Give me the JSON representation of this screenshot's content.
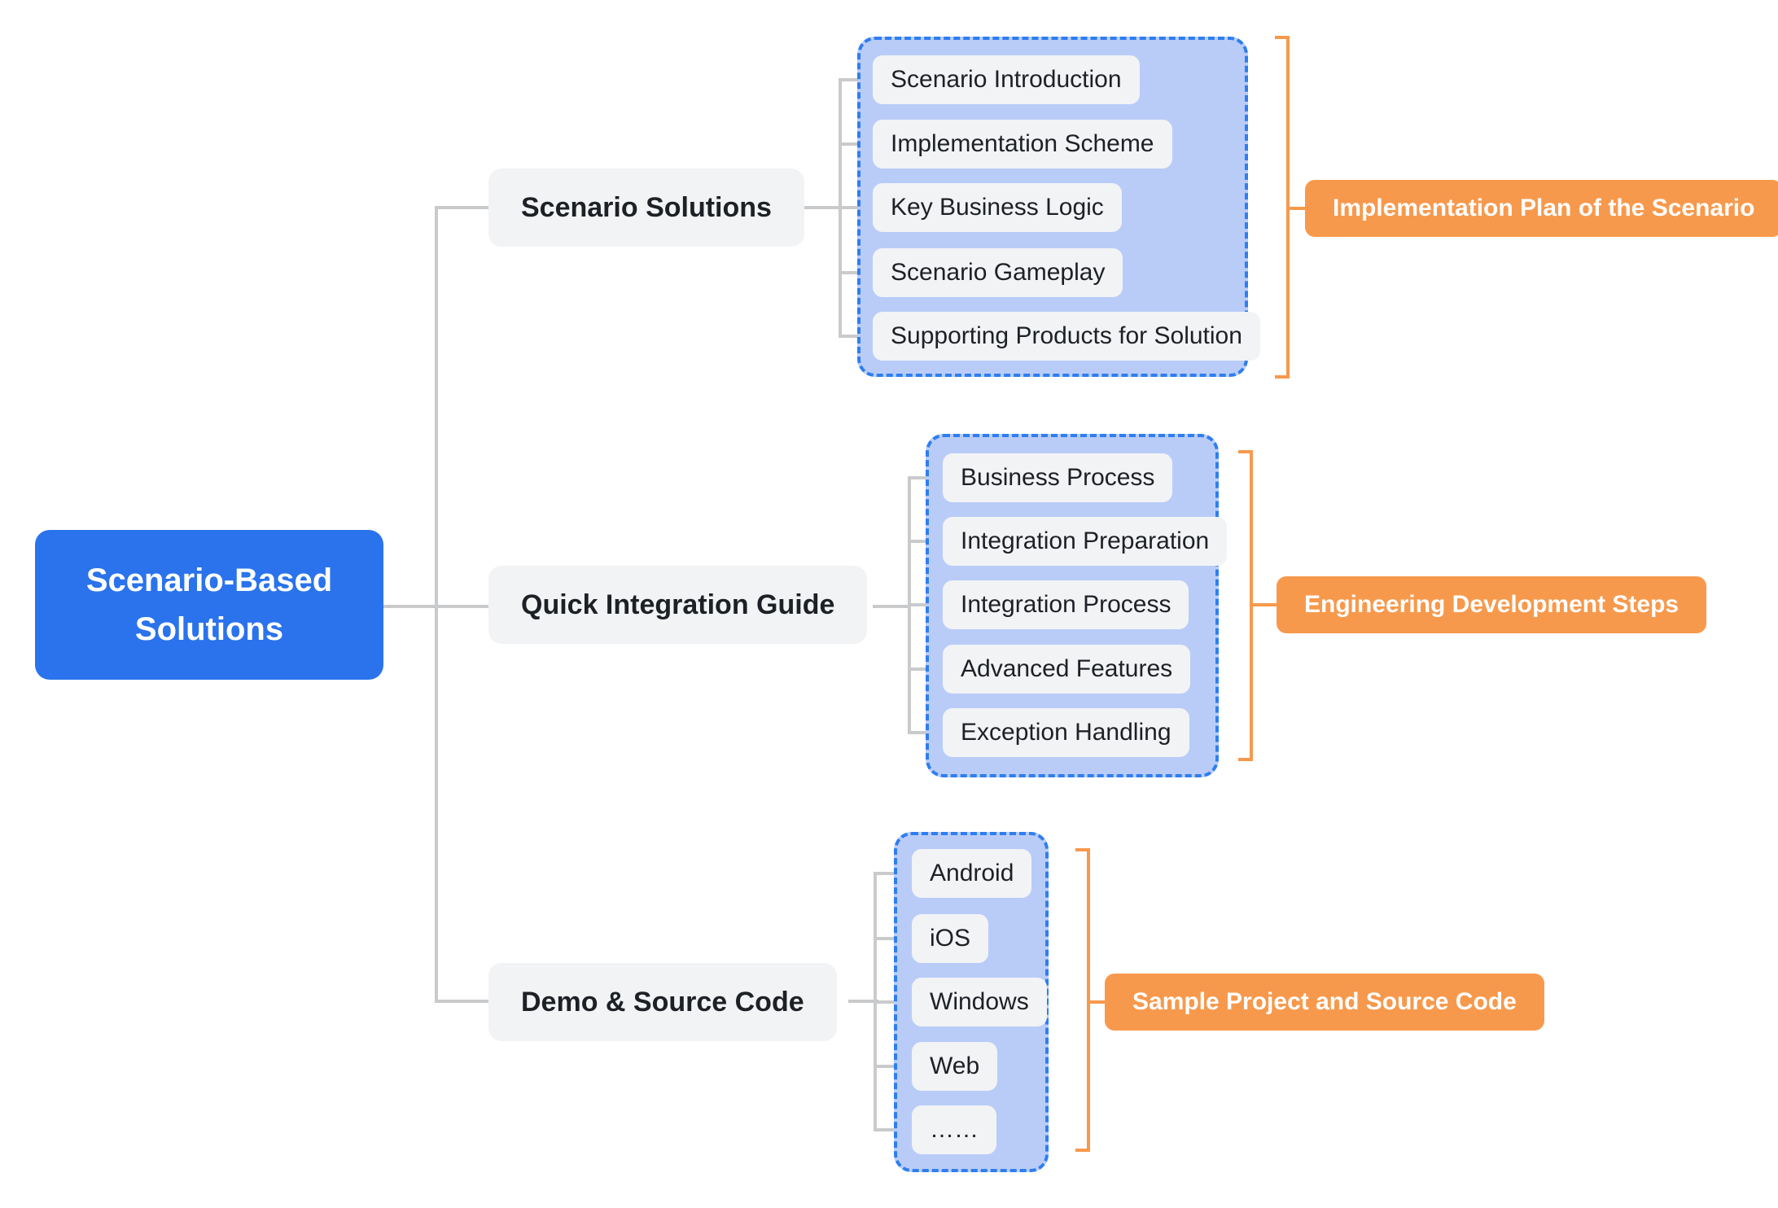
{
  "root": {
    "label": "Scenario-Based Solutions"
  },
  "colors": {
    "blue": "#2a73ec",
    "dash-blue": "#2e7ef0",
    "group-fill": "#b9ccf8",
    "pill-fill": "#f2f3f5",
    "line-gray": "#c9cacc",
    "orange": "#f7994c",
    "ink": "#1d2025"
  },
  "branches": [
    {
      "label": "Scenario Solutions",
      "children": [
        "Scenario Introduction",
        "Implementation Scheme",
        "Key Business Logic",
        "Scenario Gameplay",
        "Supporting Products for Solution"
      ],
      "annotation": "Implementation Plan of the Scenario"
    },
    {
      "label": "Quick Integration Guide",
      "children": [
        "Business Process",
        "Integration Preparation",
        "Integration Process",
        "Advanced Features",
        "Exception Handling"
      ],
      "annotation": "Engineering Development Steps"
    },
    {
      "label": "Demo & Source Code",
      "children": [
        "Android",
        "iOS",
        "Windows",
        "Web",
        "……"
      ],
      "annotation": "Sample Project and Source Code"
    }
  ]
}
